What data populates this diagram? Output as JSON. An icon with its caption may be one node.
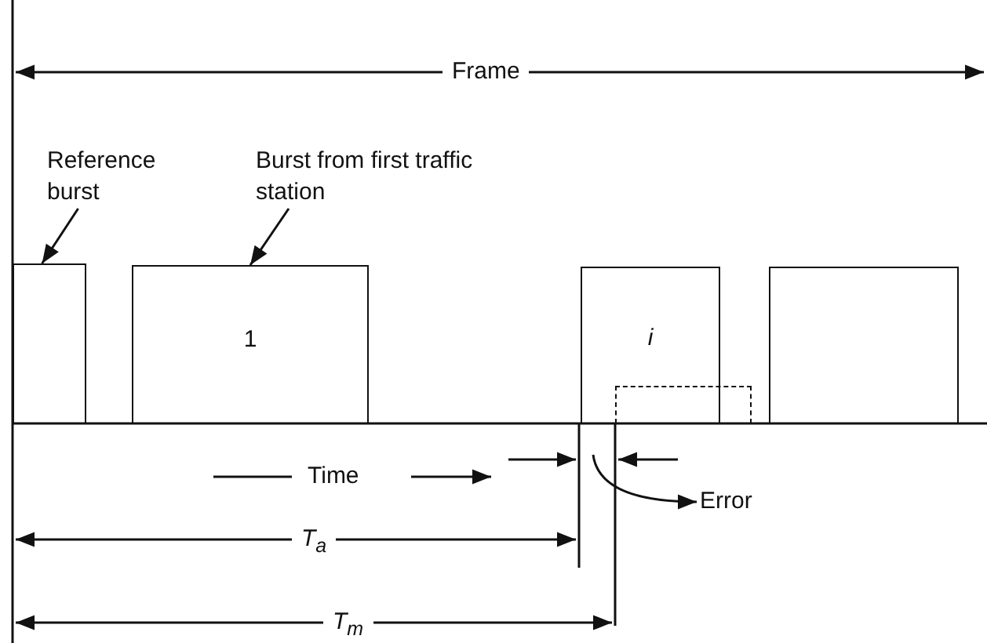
{
  "diagram": {
    "nodes": [
      {
        "text": [
          "Reference burst"
        ]
      },
      {
        "text": [
          "Burst from first traffic station"
        ]
      },
      {
        "text": [],
        "shape": "box"
      },
      {
        "text": [
          "1"
        ]
      },
      {
        "text": [
          "i"
        ]
      },
      {
        "text": [],
        "shape": "box"
      },
      {
        "text": [],
        "shape": "box"
      },
      {
        "text": [
          "Error"
        ]
      }
    ],
    "edges": [
      {
        "from": 0,
        "to": 2,
        "arrow": "to"
      },
      {
        "from": 1,
        "to": 3,
        "arrow": "to"
      },
      {
        "from": null,
        "to": 7,
        "arrow": "to"
      }
    ],
    "labels": [
      "Frame",
      "Time",
      "T$_{a}$",
      "T$_{m}$"
    ]
  }
}
